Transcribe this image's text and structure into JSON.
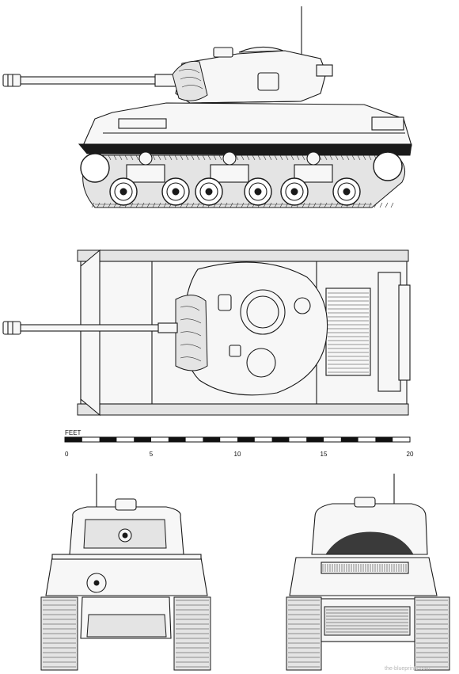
{
  "scale": {
    "title": "FEET",
    "ticks": [
      "0",
      "5",
      "10",
      "15",
      "20"
    ]
  },
  "watermark": "the-blueprints.com",
  "views": [
    "side-view",
    "top-view",
    "front-view",
    "rear-view"
  ]
}
